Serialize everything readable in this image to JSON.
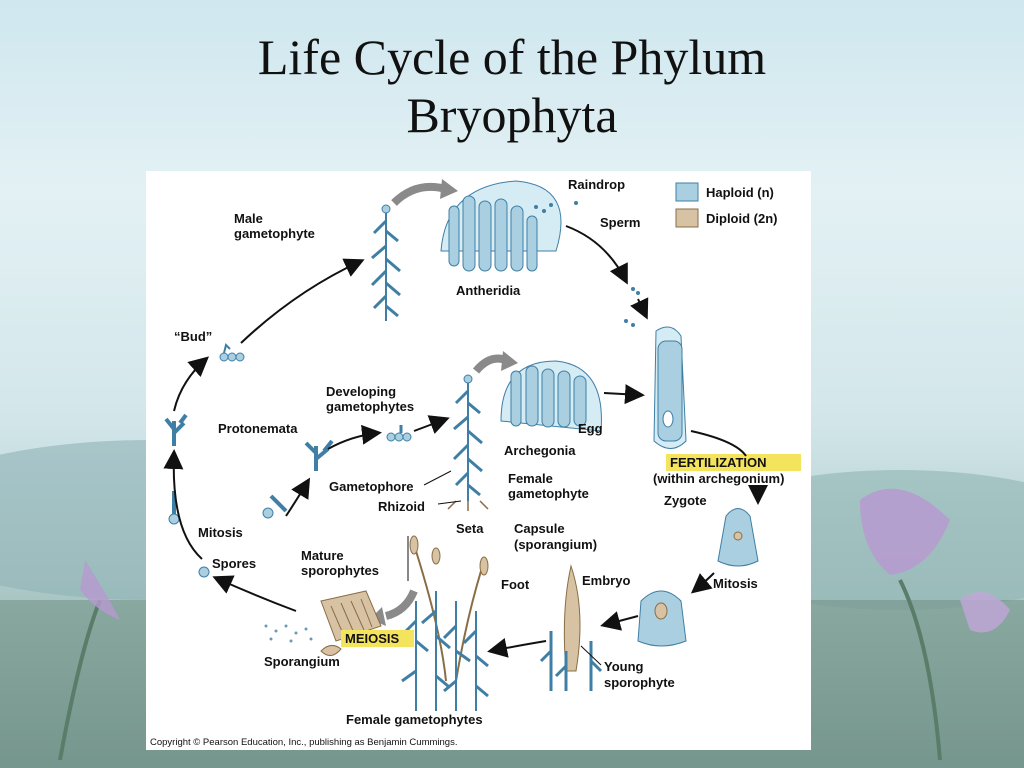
{
  "slide": {
    "title_line1": "Life Cycle of the Phylum",
    "title_line2": "Bryophyta"
  },
  "legend": {
    "haploid": "Haploid (n)",
    "diploid": "Diploid (2n)",
    "haploid_color": "#a9cfe0",
    "diploid_color": "#ead7b6"
  },
  "labels": {
    "male_gametophyte_1": "Male",
    "male_gametophyte_2": "gametophyte",
    "raindrop": "Raindrop",
    "sperm": "Sperm",
    "antheridia": "Antheridia",
    "bud": "“Bud”",
    "developing_1": "Developing",
    "developing_2": "gametophytes",
    "protonemata": "Protonemata",
    "egg": "Egg",
    "archegonia": "Archegonia",
    "female_gametophyte_1": "Female",
    "female_gametophyte_2": "gametophyte",
    "fertilization": "FERTILIZATION",
    "within_archegonium": "(within archegonium)",
    "zygote": "Zygote",
    "gametophore": "Gametophore",
    "rhizoid": "Rhizoid",
    "mitosis_left": "Mitosis",
    "seta": "Seta",
    "capsule_1": "Capsule",
    "capsule_2": "(sporangium)",
    "spores": "Spores",
    "mature_1": "Mature",
    "mature_2": "sporophytes",
    "foot": "Foot",
    "embryo": "Embryo",
    "mitosis_right": "Mitosis",
    "meiosis": "MEIOSIS",
    "sporangium": "Sporangium",
    "young_1": "Young",
    "young_2": "sporophyte",
    "female_gametophytes": "Female gametophytes"
  },
  "copyright": "Copyright © Pearson Education, Inc., publishing as Benjamin Cummings."
}
